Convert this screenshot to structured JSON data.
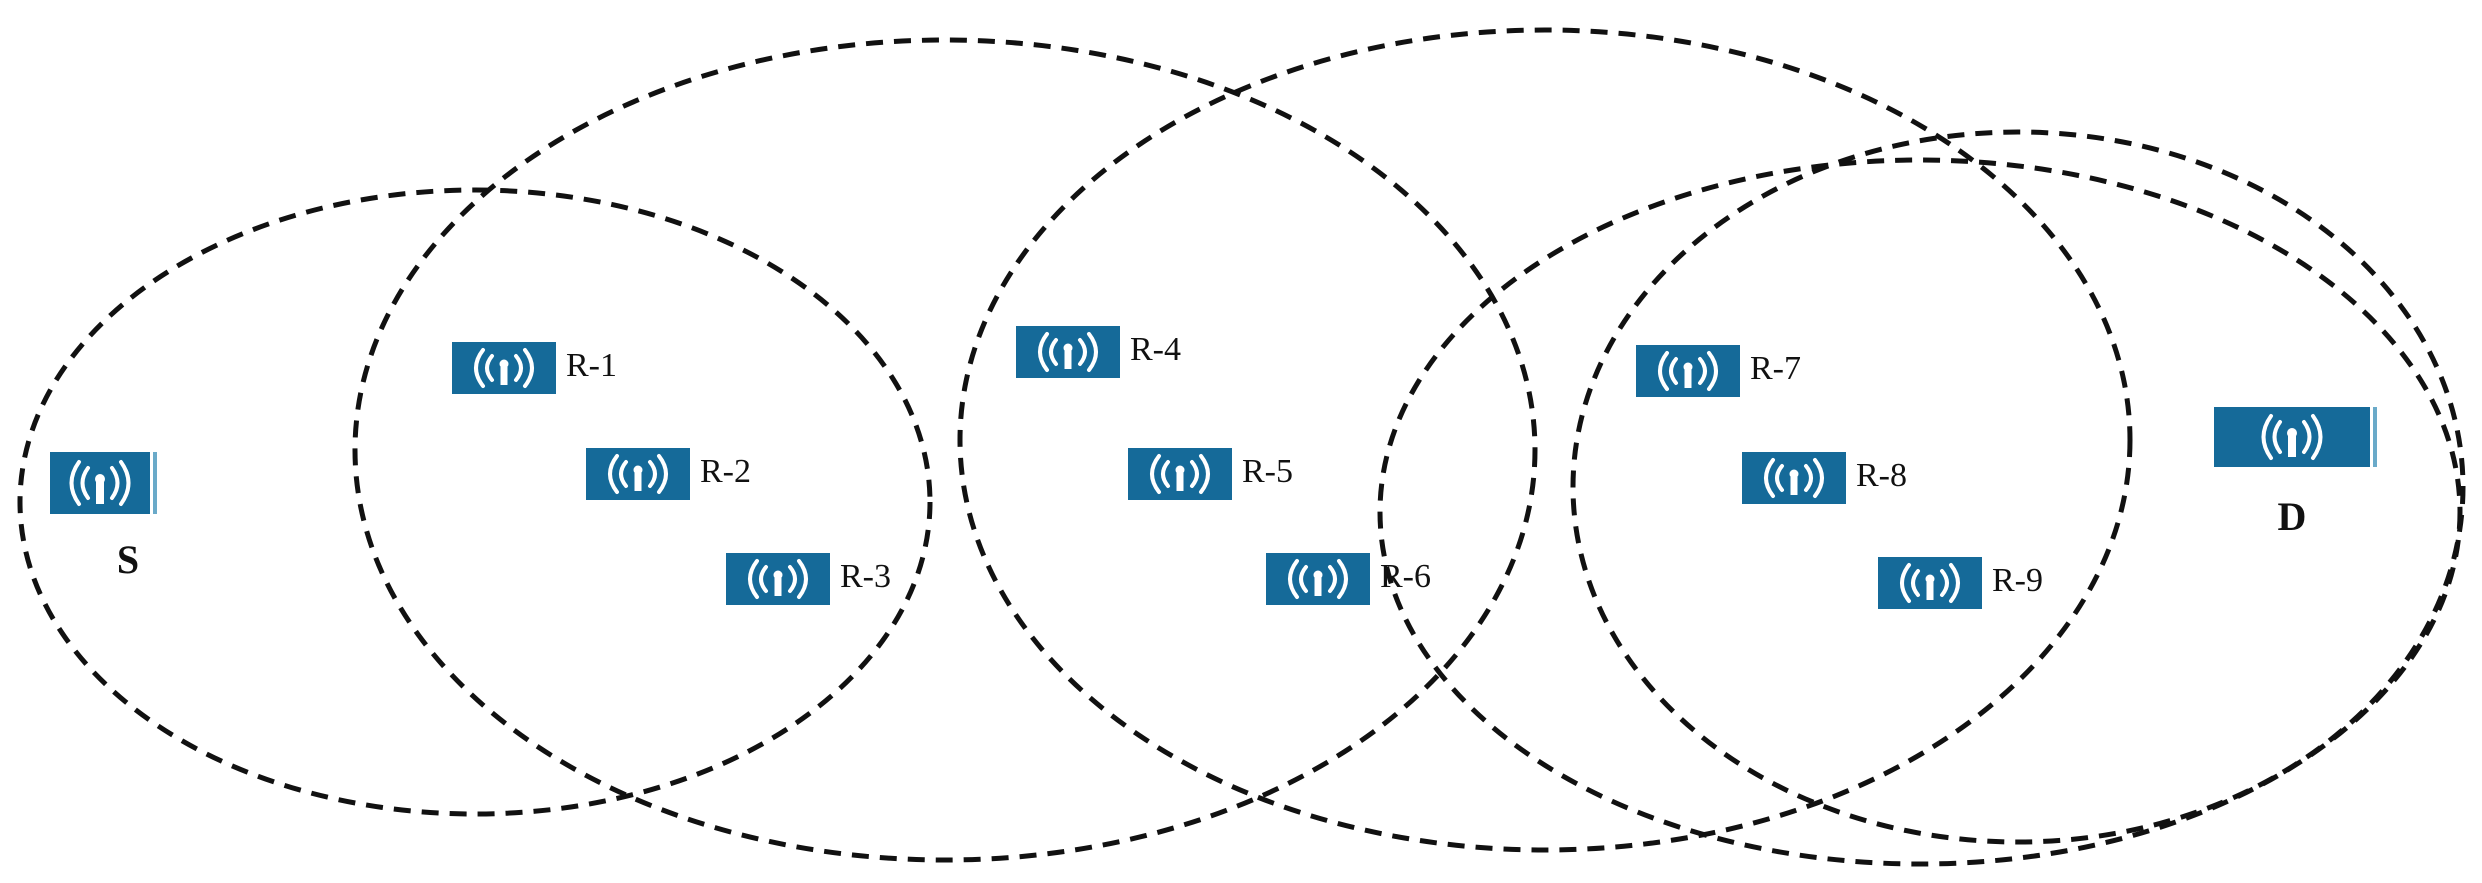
{
  "colors": {
    "device_fill": "#156a99",
    "device_edge": "#6aaac9",
    "icon_glyph": "#ffffff",
    "ring_stroke": "#111111",
    "label_color": "#111111"
  },
  "diagram": {
    "source": {
      "label": "S",
      "icon": "wireless-access-point-icon"
    },
    "destination": {
      "label": "D",
      "icon": "wireless-access-point-icon"
    },
    "relays": [
      {
        "label": "R-1",
        "icon": "wireless-access-point-icon"
      },
      {
        "label": "R-2",
        "icon": "wireless-access-point-icon"
      },
      {
        "label": "R-3",
        "icon": "wireless-access-point-icon"
      },
      {
        "label": "R-4",
        "icon": "wireless-access-point-icon"
      },
      {
        "label": "R-5",
        "icon": "wireless-access-point-icon"
      },
      {
        "label": "R-6",
        "icon": "wireless-access-point-icon"
      },
      {
        "label": "R-7",
        "icon": "wireless-access-point-icon"
      },
      {
        "label": "R-8",
        "icon": "wireless-access-point-icon"
      },
      {
        "label": "R-9",
        "icon": "wireless-access-point-icon"
      }
    ],
    "coverage_ranges": [
      {
        "name": "range-1",
        "style": "dashed"
      },
      {
        "name": "range-2",
        "style": "dashed"
      },
      {
        "name": "range-3",
        "style": "dashed"
      },
      {
        "name": "range-4",
        "style": "dashed"
      },
      {
        "name": "range-5",
        "style": "dashed"
      }
    ]
  }
}
